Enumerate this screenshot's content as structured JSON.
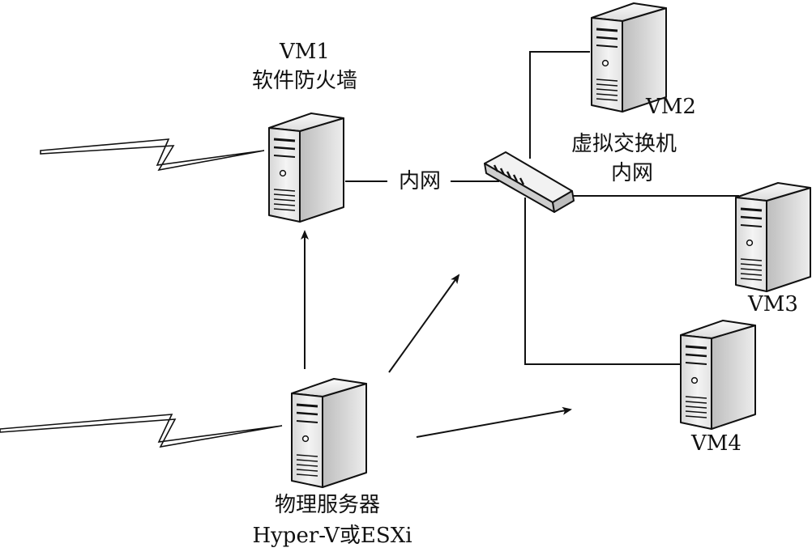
{
  "nodes": {
    "vm1": {
      "title": "VM1",
      "subtitle": "软件防火墙"
    },
    "vm2": {
      "title": "VM2"
    },
    "vm3": {
      "title": "VM3"
    },
    "vm4": {
      "title": "VM4"
    },
    "switch": {
      "title": "虚拟交换机",
      "subtitle": "内网"
    },
    "physical": {
      "title": "物理服务器",
      "subtitle": "Hyper-V或ESXi"
    }
  },
  "links": {
    "internal_net": "内网"
  },
  "icons": {
    "server": "server-icon",
    "switch": "network-switch-icon",
    "wan": "lightning-bolt-link-icon"
  }
}
